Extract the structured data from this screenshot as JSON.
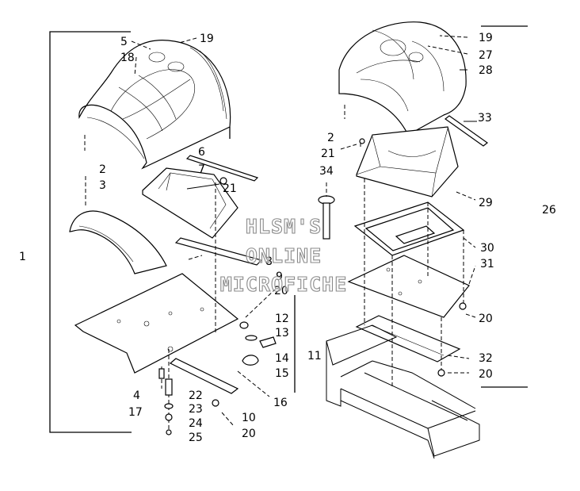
{
  "watermark": {
    "line1": "HLSM'S",
    "line2": "ONLINE",
    "line3": "MICROFICHE"
  },
  "callouts": {
    "c1": "1",
    "c2a": "2",
    "c3": "3",
    "c4": "4",
    "c5": "5",
    "c6": "6",
    "c7": "7",
    "c8": "8",
    "c9": "9",
    "c10": "10",
    "c11": "11",
    "c12": "12",
    "c13": "13",
    "c14": "14",
    "c15": "15",
    "c16": "16",
    "c17": "17",
    "c18": "18",
    "c19a": "19",
    "c20a": "20",
    "c20b": "20",
    "c20c": "20",
    "c20d": "20",
    "c21a": "21",
    "c22": "22",
    "c23": "23",
    "c24": "24",
    "c25": "25",
    "c26": "26",
    "c2b": "2",
    "c19b": "19",
    "c21b": "21",
    "c27": "27",
    "c28": "28",
    "c29": "29",
    "c30": "30",
    "c31": "31",
    "c32": "32",
    "c33": "33",
    "c34": "34"
  }
}
